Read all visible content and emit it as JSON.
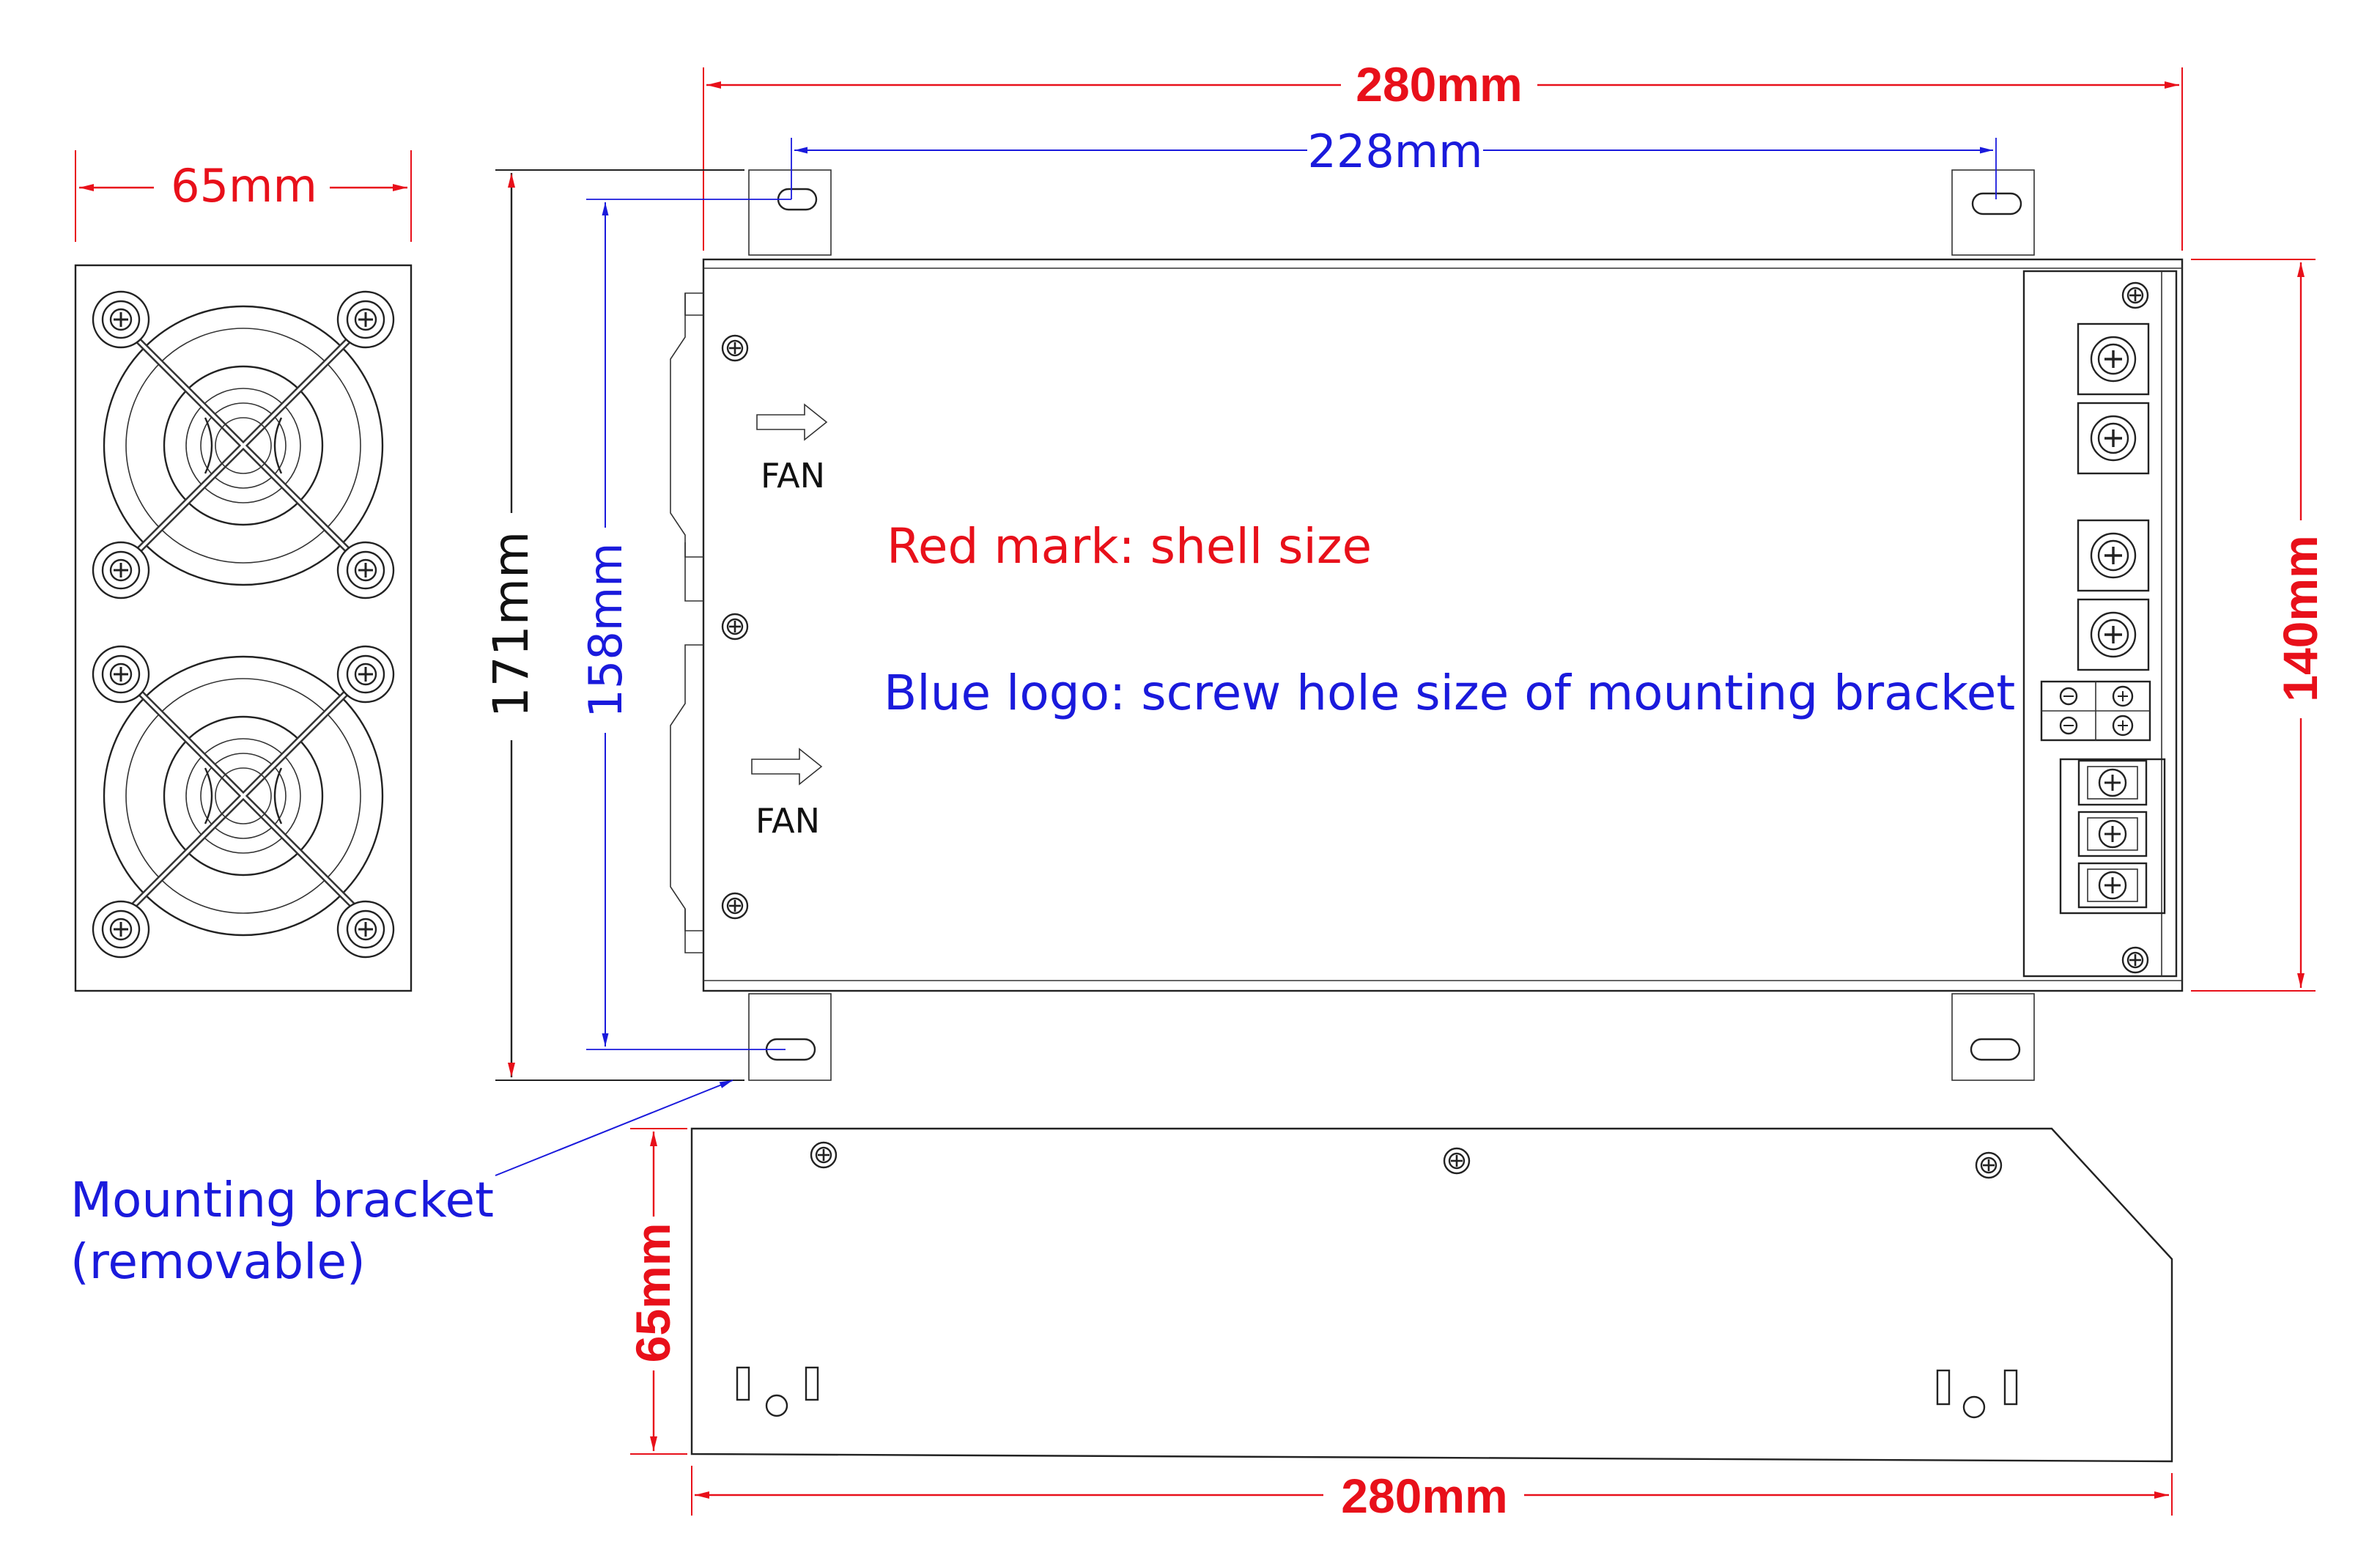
{
  "colors": {
    "shell_dimension": "#e8101a",
    "bracket_dimension": "#1a1adc",
    "outline": "#222222",
    "background": "#ffffff"
  },
  "dimensions": {
    "side_width": "65mm",
    "top_length": "280mm",
    "bracket_spacing": "228mm",
    "overall_height": "171mm",
    "bracket_hole_height": "158mm",
    "shell_height": "140mm",
    "bottom_height": "65mm",
    "bottom_length": "280mm"
  },
  "labels": {
    "fan_top": "FAN",
    "fan_bottom": "FAN",
    "legend_red": "Red mark: shell size",
    "legend_blue": "Blue logo: screw hole size of mounting bracket",
    "bracket_line1": "Mounting bracket",
    "bracket_line2": "(removable)"
  },
  "icons": [
    "fan-grille-icon",
    "screw-icon",
    "terminal-block-icon",
    "arrow-right-icon"
  ]
}
